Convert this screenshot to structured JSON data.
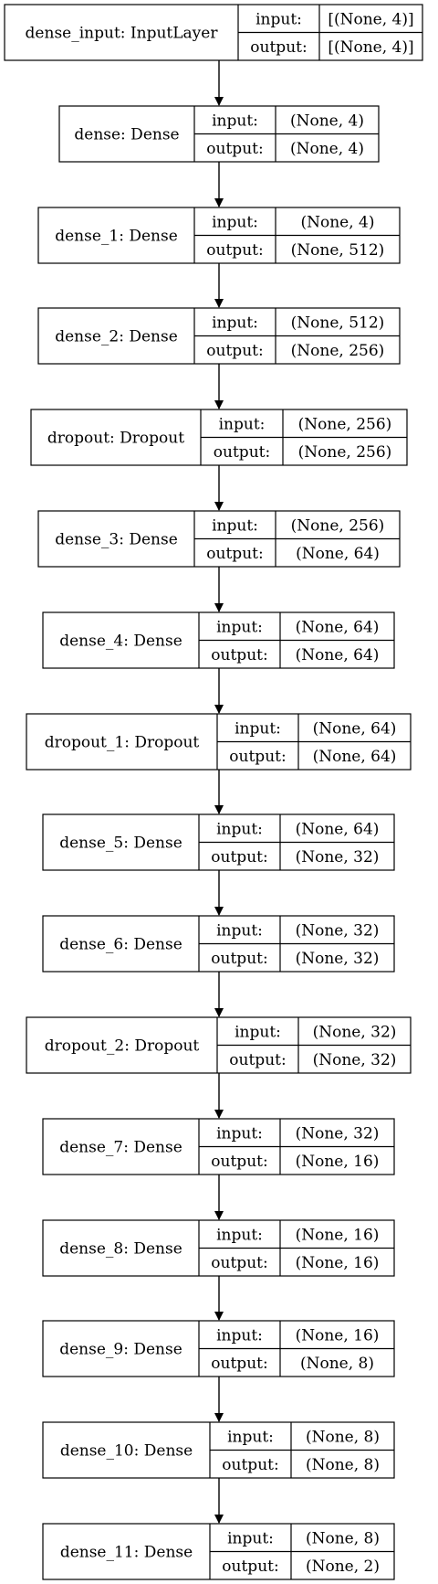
{
  "diagram": {
    "port_labels": {
      "input": "input:",
      "output": "output:"
    },
    "layers": [
      {
        "name": "dense_input: InputLayer",
        "input": "[(None, 4)]",
        "output": "[(None, 4)]"
      },
      {
        "name": "dense: Dense",
        "input": "(None, 4)",
        "output": "(None, 4)"
      },
      {
        "name": "dense_1: Dense",
        "input": "(None, 4)",
        "output": "(None, 512)"
      },
      {
        "name": "dense_2: Dense",
        "input": "(None, 512)",
        "output": "(None, 256)"
      },
      {
        "name": "dropout: Dropout",
        "input": "(None, 256)",
        "output": "(None, 256)"
      },
      {
        "name": "dense_3: Dense",
        "input": "(None, 256)",
        "output": "(None, 64)"
      },
      {
        "name": "dense_4: Dense",
        "input": "(None, 64)",
        "output": "(None, 64)"
      },
      {
        "name": "dropout_1: Dropout",
        "input": "(None, 64)",
        "output": "(None, 64)"
      },
      {
        "name": "dense_5: Dense",
        "input": "(None, 64)",
        "output": "(None, 32)"
      },
      {
        "name": "dense_6: Dense",
        "input": "(None, 32)",
        "output": "(None, 32)"
      },
      {
        "name": "dropout_2: Dropout",
        "input": "(None, 32)",
        "output": "(None, 32)"
      },
      {
        "name": "dense_7: Dense",
        "input": "(None, 32)",
        "output": "(None, 16)"
      },
      {
        "name": "dense_8: Dense",
        "input": "(None, 16)",
        "output": "(None, 16)"
      },
      {
        "name": "dense_9: Dense",
        "input": "(None, 16)",
        "output": "(None, 8)"
      },
      {
        "name": "dense_10: Dense",
        "input": "(None, 8)",
        "output": "(None, 8)"
      },
      {
        "name": "dense_11: Dense",
        "input": "(None, 8)",
        "output": "(None, 2)"
      }
    ]
  }
}
